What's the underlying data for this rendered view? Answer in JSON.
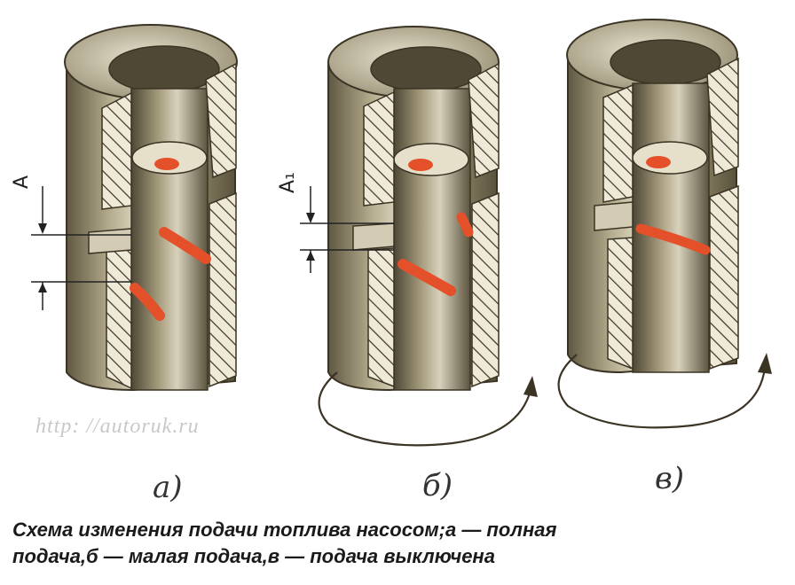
{
  "figure": {
    "caption_line1": "Схема изменения подачи топлива насосом;а — полная",
    "caption_line2": "подача,б — малая подача,в — подача выключена",
    "watermark": "http: //autoruk.ru",
    "panels": [
      {
        "label": "а)",
        "dimension": "A",
        "state": "full-feed"
      },
      {
        "label": "б)",
        "dimension": "A₁",
        "state": "small-feed"
      },
      {
        "label": "в)",
        "dimension": "",
        "state": "feed-off"
      }
    ],
    "colors": {
      "metal_dark": "#6e6650",
      "metal_mid": "#a79d80",
      "metal_light": "#d9d2bd",
      "section_fill": "#ece6d3",
      "fuel": "#e4502a",
      "outline": "#3b3425"
    }
  }
}
